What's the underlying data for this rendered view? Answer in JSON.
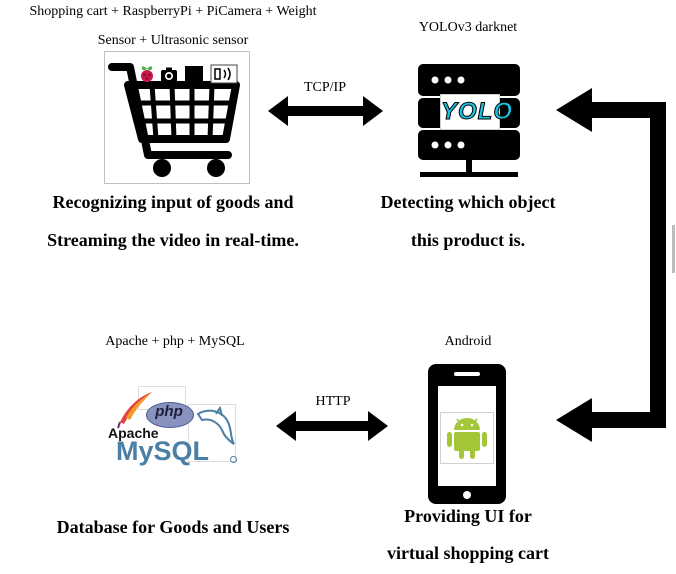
{
  "cart_node": {
    "title_line1": "Shopping cart + RaspberryPi + PiCamera + Weight",
    "title_line2": "Sensor + Ultrasonic sensor",
    "desc_line1": "Recognizing input of goods and",
    "desc_line2": "Streaming the video in real-time."
  },
  "server_node": {
    "title": "YOLOv3 darknet",
    "logo_text": "YOLO",
    "desc_line1": "Detecting which object",
    "desc_line2": "this product is."
  },
  "db_node": {
    "title": "Apache + php + MySQL",
    "php_text": "php",
    "apache_text": "Apache",
    "mysql_text": "MySQL",
    "desc_line1": "Database for Goods and Users"
  },
  "android_node": {
    "title": "Android",
    "desc_line1": "Providing UI for",
    "desc_line2": "virtual shopping cart"
  },
  "links": {
    "cart_server": "TCP/IP",
    "db_android": "HTTP"
  }
}
